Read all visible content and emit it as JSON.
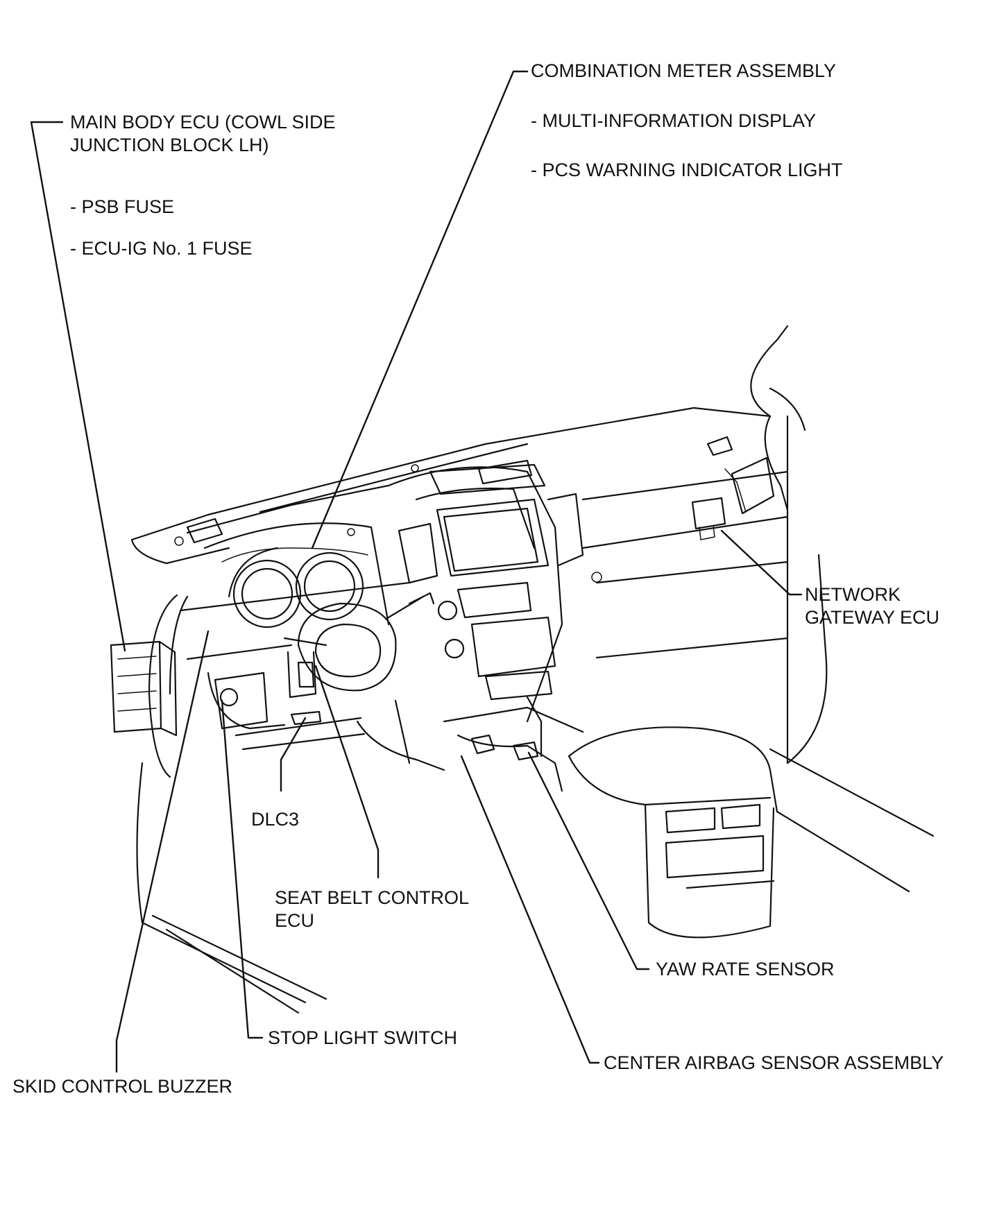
{
  "labels": {
    "main_body_ecu": [
      "MAIN BODY ECU (COWL SIDE",
      "JUNCTION BLOCK LH)",
      "- PSB FUSE",
      "- ECU-IG No. 1 FUSE"
    ],
    "combination_meter": [
      "COMBINATION METER ASSEMBLY",
      "- MULTI-INFORMATION DISPLAY",
      "- PCS WARNING INDICATOR LIGHT"
    ],
    "network_gateway": [
      "NETWORK",
      "GATEWAY ECU"
    ],
    "dlc3": "DLC3",
    "seat_belt_ecu": [
      "SEAT BELT CONTROL",
      "ECU"
    ],
    "yaw_rate_sensor": "YAW RATE SENSOR",
    "stop_light_switch": "STOP LIGHT SWITCH",
    "center_airbag_sensor": "CENTER AIRBAG SENSOR ASSEMBLY",
    "skid_control_buzzer": "SKID CONTROL BUZZER"
  },
  "colors": {
    "ink": "#111111",
    "background": "#ffffff"
  }
}
